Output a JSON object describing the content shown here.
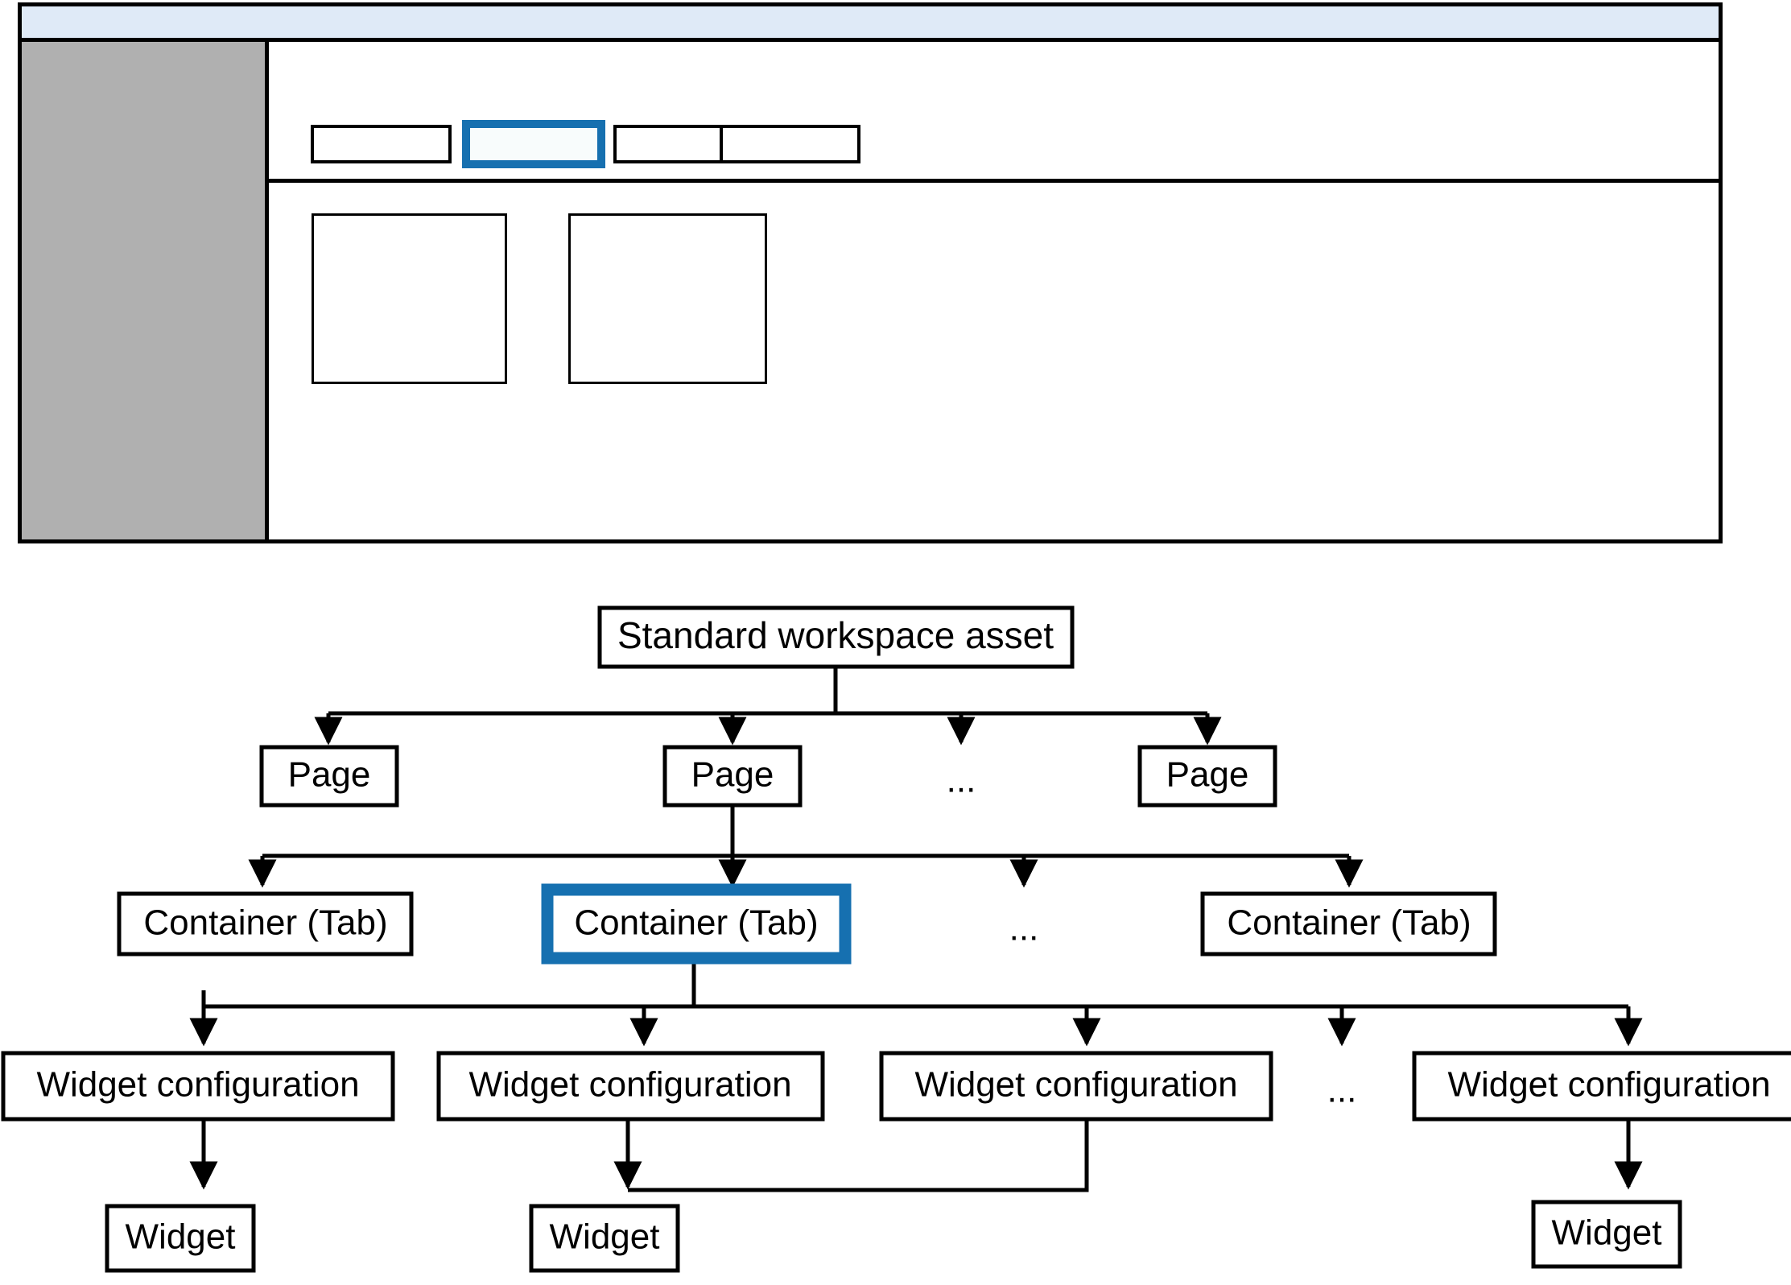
{
  "mockup": {
    "name": "workspace-ui-mockup",
    "titlebar_label": "",
    "sidebar_label": "",
    "tabs": [
      {
        "label": "",
        "selected": false
      },
      {
        "label": "",
        "selected": true
      },
      {
        "label": "",
        "selected": false
      },
      {
        "label": "",
        "selected": false
      }
    ],
    "panels": [
      {
        "label": ""
      },
      {
        "label": ""
      }
    ],
    "colors": {
      "titlebar": "#dfeaf7",
      "sidebar": "#b0b0b0",
      "selection": "#1670b0",
      "outline": "#000000",
      "surface": "#ffffff"
    }
  },
  "diagram": {
    "title": "",
    "selection_color": "#1670b0",
    "ellipsis": "...",
    "levels": [
      {
        "name": "root",
        "nodes": [
          {
            "label": "Standard workspace asset",
            "selected": false
          }
        ]
      },
      {
        "name": "pages",
        "nodes": [
          {
            "label": "Page",
            "selected": false
          },
          {
            "label": "Page",
            "selected": false
          },
          {
            "label": "...",
            "selected": false,
            "is_ellipsis": true
          },
          {
            "label": "Page",
            "selected": false
          }
        ]
      },
      {
        "name": "containers",
        "nodes": [
          {
            "label": "Container (Tab)",
            "selected": false
          },
          {
            "label": "Container (Tab)",
            "selected": true
          },
          {
            "label": "...",
            "selected": false,
            "is_ellipsis": true
          },
          {
            "label": "Container (Tab)",
            "selected": false
          }
        ]
      },
      {
        "name": "widget-configurations",
        "nodes": [
          {
            "label": "Widget configuration",
            "selected": false
          },
          {
            "label": "Widget configuration",
            "selected": false
          },
          {
            "label": "Widget configuration",
            "selected": false
          },
          {
            "label": "...",
            "selected": false,
            "is_ellipsis": true
          },
          {
            "label": "Widget configuration",
            "selected": false
          }
        ]
      },
      {
        "name": "widgets",
        "nodes": [
          {
            "label": "Widget",
            "selected": false
          },
          {
            "label": "Widget",
            "selected": false
          },
          {
            "label": "Widget",
            "selected": false
          }
        ]
      }
    ]
  }
}
